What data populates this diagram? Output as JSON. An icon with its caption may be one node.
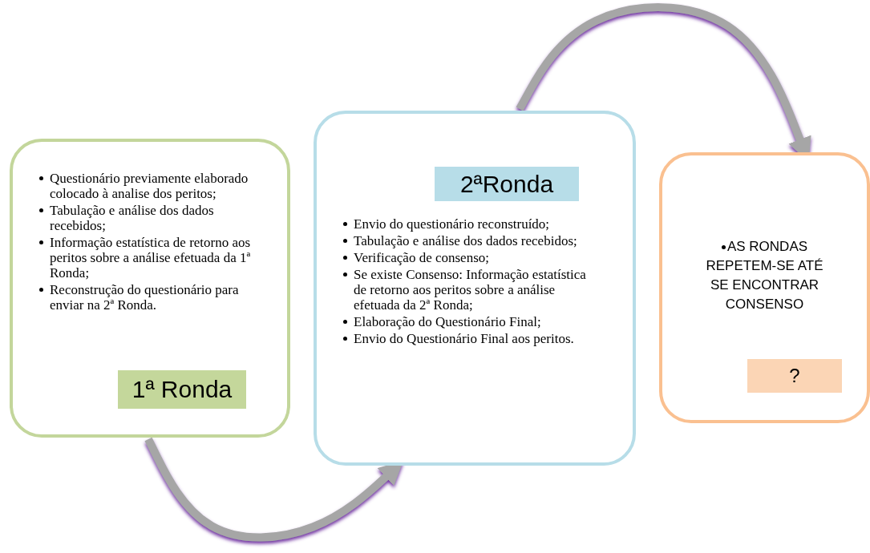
{
  "diagram": {
    "nodes": [
      {
        "text": [
          "Questionário previamente elaborado colocado à analise dos peritos;",
          "Tabulação e análise dos dados recebidos;",
          "Informação estatística de retorno aos peritos sobre a análise efetuada da 1ª Ronda;",
          "Reconstrução do questionário para enviar na 2ª Ronda."
        ]
      },
      {
        "text": [
          "1ª Ronda"
        ],
        "in": 0
      },
      {
        "text": [
          "Envio do questionário reconstruído;",
          "Tabulação e análise dos dados recebidos;",
          "Verificação de consenso;",
          "Se existe Consenso: Informação estatística de retorno aos peritos sobre a análise efetuada da 2ª Ronda;",
          "Elaboração do Questionário Final;",
          "Envio do Questionário Final aos peritos."
        ]
      },
      {
        "text": [
          "2ªRonda"
        ],
        "in": 2
      },
      {
        "text": [
          "AS RONDAS REPETEM-SE ATÉ SE ENCONTRAR CONSENSO"
        ]
      },
      {
        "text": [
          "?"
        ],
        "in": 4
      }
    ],
    "edges": [
      {
        "from": 0,
        "to": 2,
        "arrow": "to"
      },
      {
        "from": 2,
        "to": 4,
        "arrow": "to"
      }
    ]
  }
}
